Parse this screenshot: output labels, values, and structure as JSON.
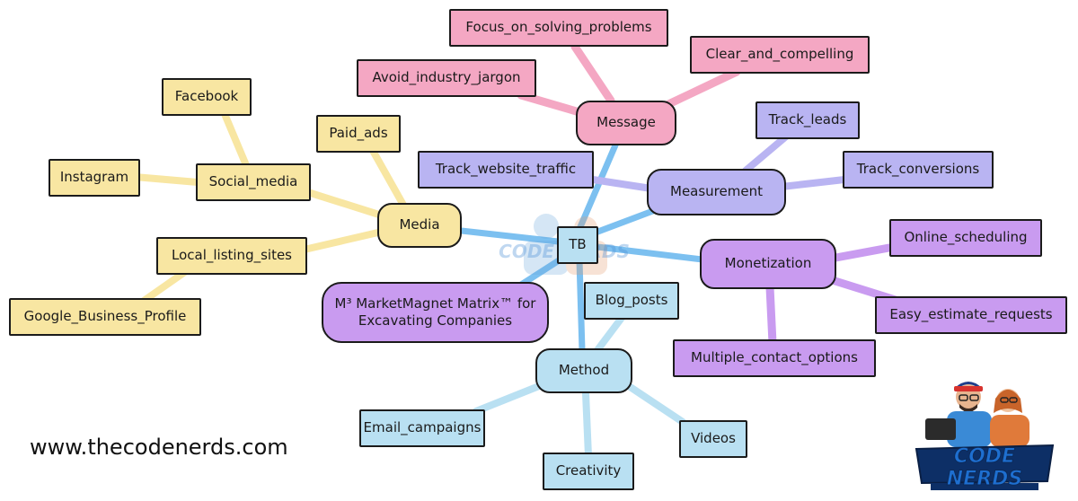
{
  "title": "M³ MarketMagnet Matrix™ for Excavating Companies",
  "root": "TB",
  "website": "www.thecodenerds.com",
  "logo_text": "CODE NERDS",
  "colors": {
    "media": "#f8e6a2",
    "message": "#f4a7c3",
    "measurement": "#b9b4f2",
    "monetization": "#c99bf0",
    "method": "#b9e0f2"
  },
  "branches": {
    "media": {
      "label": "Media",
      "social_media": "Social_media",
      "facebook": "Facebook",
      "instagram": "Instagram",
      "paid_ads": "Paid_ads",
      "local_listing_sites": "Local_listing_sites",
      "google_business_profile": "Google_Business_Profile"
    },
    "message": {
      "label": "Message",
      "focus_on_solving_problems": "Focus_on_solving_problems",
      "clear_and_compelling": "Clear_and_compelling",
      "avoid_industry_jargon": "Avoid_industry_jargon"
    },
    "measurement": {
      "label": "Measurement",
      "track_leads": "Track_leads",
      "track_conversions": "Track_conversions",
      "track_website_traffic": "Track_website_traffic"
    },
    "monetization": {
      "label": "Monetization",
      "online_scheduling": "Online_scheduling",
      "easy_estimate_requests": "Easy_estimate_requests",
      "multiple_contact_options": "Multiple_contact_options"
    },
    "method": {
      "label": "Method",
      "blog_posts": "Blog_posts",
      "email_campaigns": "Email_campaigns",
      "creativity": "Creativity",
      "videos": "Videos"
    }
  }
}
